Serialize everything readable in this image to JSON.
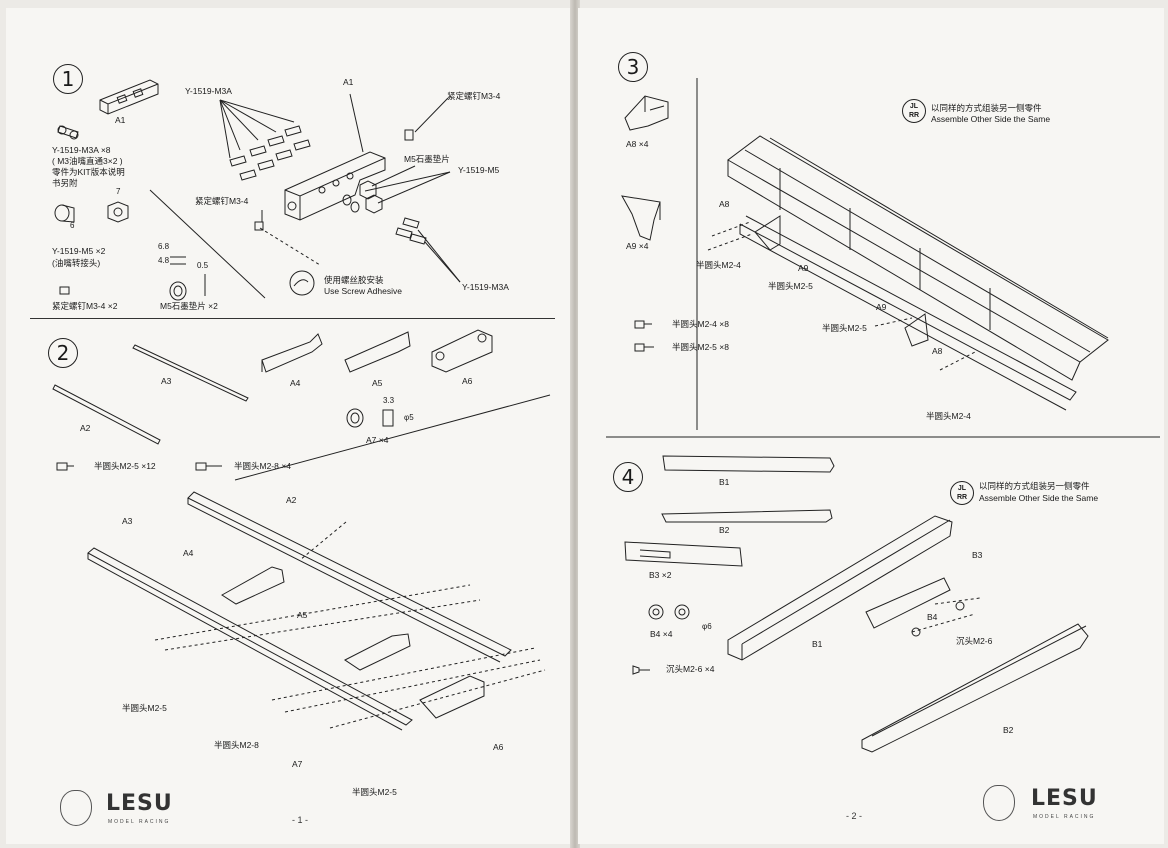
{
  "brand": {
    "name": "LESU",
    "tagline": "MODEL RACING"
  },
  "left_page": {
    "page_number": "- 1 -",
    "step1": {
      "number": "1",
      "labels": {
        "a1_part": "A1",
        "a1_top": "A1",
        "y1519_m3a_qty": "Y-1519-M3A    ×8",
        "y1519_note1": "( M3油嘴直通3×2 )",
        "y1519_note2": "零件为KIT版本说明",
        "y1519_note3": "书另附",
        "dim_7": "7",
        "dim_6": "6",
        "y1519_m5_qty": "Y-1519-M5    ×2",
        "m5_note": "(油嘴转接头)",
        "m3_4_screw_qty": "紧定螺钉M3-4    ×2",
        "dim_6_8": "6.8",
        "dim_4_8": "4.8",
        "dim_0_5": "0.5",
        "m5_washer_qty": "M5石墨垫片    ×2",
        "y1519_m3a_top": "Y-1519-M3A",
        "set_screw_top": "紧定螺钉M3-4",
        "m5_washer": "M5石墨垫片",
        "y1519_m5": "Y-1519-M5",
        "set_screw_left": "紧定螺钉M3-4",
        "adhesive_cn": "使用螺丝胶安装",
        "adhesive_en": "Use Screw Adhesive",
        "y1519_m3a_bottom": "Y-1519-M3A"
      }
    },
    "step2": {
      "number": "2",
      "labels": {
        "a3": "A3",
        "a4": "A4",
        "a5": "A5",
        "a6": "A6",
        "a2": "A2",
        "dim_3_3": "3.3",
        "dim_phi5": "φ5",
        "a7_qty": "A7   ×4",
        "m2_5_qty": "半圆头M2-5    ×12",
        "m2_8_qty": "半圆头M2-8    ×4",
        "asm_a2": "A2",
        "asm_a3": "A3",
        "asm_a4": "A4",
        "asm_a5": "A5",
        "asm_m2_5_a": "半圆头M2-5",
        "asm_m2_8": "半圆头M2-8",
        "asm_a7": "A7",
        "asm_a6": "A6",
        "asm_m2_5_b": "半圆头M2-5"
      }
    }
  },
  "right_page": {
    "page_number": "- 2 -",
    "step3": {
      "number": "3",
      "same_side_cn": "以同样的方式组装另一侧零件",
      "same_side_en": "Assemble Other Side the Same",
      "labels": {
        "a8_qty": "A8    ×4",
        "a9_qty": "A9    ×4",
        "m2_4_qty": "半圆头M2-4    ×8",
        "m2_5_qty": "半圆头M2-5    ×8",
        "asm_a8_1": "A8",
        "asm_m2_4_1": "半圆头M2-4",
        "asm_a9_1": "A9",
        "asm_m2_5_1": "半圆头M2-5",
        "asm_a9_2": "A9",
        "asm_m2_5_2": "半圆头M2-5",
        "asm_a8_2": "A8",
        "asm_m2_4_2": "半圆头M2-4"
      }
    },
    "step4": {
      "number": "4",
      "same_side_cn": "以同样的方式组装另一侧零件",
      "same_side_en": "Assemble Other Side the Same",
      "labels": {
        "b1": "B1",
        "b2": "B2",
        "b3_qty": "B3   ×2",
        "b4_qty": "B4    ×4",
        "dim_phi6": "φ6",
        "m2_6_qty": "沉头M2-6    ×4",
        "asm_b3": "B3",
        "asm_b4": "B4",
        "asm_m2_6": "沉头M2-6",
        "asm_b1": "B1",
        "asm_b2": "B2"
      }
    }
  }
}
